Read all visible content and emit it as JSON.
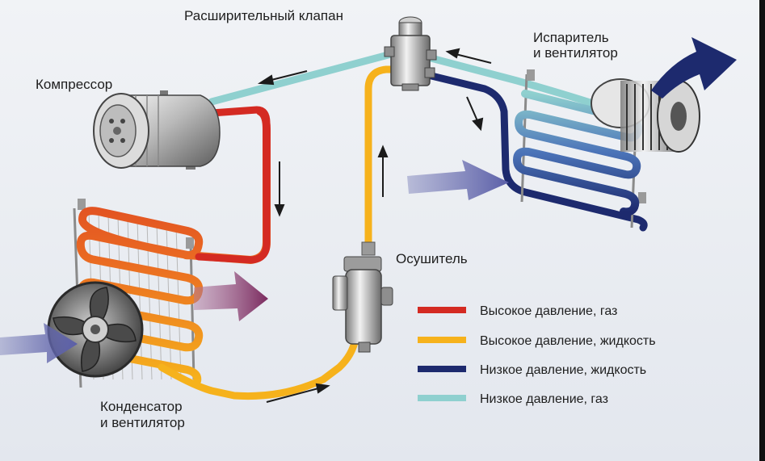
{
  "labels": {
    "expansion_valve": "Расширительный клапан",
    "evaporator_line1": "Испаритель",
    "evaporator_line2": "и вентилятор",
    "compressor": "Компрессор",
    "dryer": "Осушитель",
    "condenser_line1": "Конденсатор",
    "condenser_line2": "и вентилятор"
  },
  "legend": [
    {
      "label": "Высокое давление, газ",
      "color": "#d42a22"
    },
    {
      "label": "Высокое давление, жидкость",
      "color": "#f6b21c"
    },
    {
      "label": "Низкое давление, жидкость",
      "color": "#1d2a6e"
    },
    {
      "label": "Низкое давление, газ",
      "color": "#8fd0cf"
    }
  ],
  "colors": {
    "background": "#e9ecf1",
    "airflow_warm": "#7a2a5e",
    "airflow_cool": "#6b6fb0",
    "airflow_out": "#1d2a6e"
  },
  "icons": [
    "compressor-icon",
    "condenser-fan-icon",
    "evaporator-blower-icon",
    "dryer-icon",
    "expansion-valve-icon"
  ]
}
